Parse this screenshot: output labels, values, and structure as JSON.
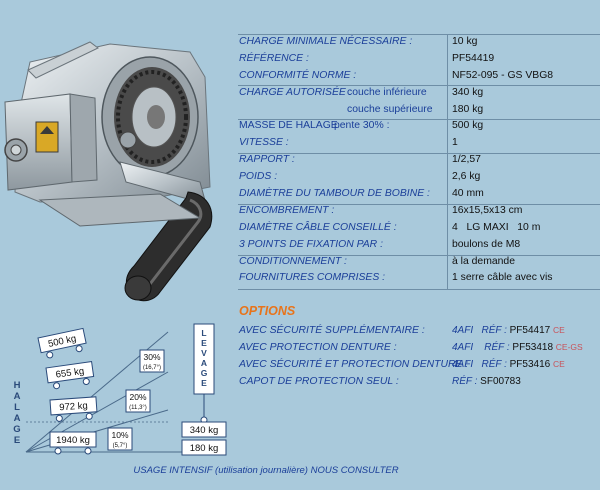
{
  "specs": [
    {
      "label": "CHARGE  MINIMALE NÉCESSAIRE :",
      "value": "10 kg"
    },
    {
      "label": "RÉFÉRENCE :",
      "value": "PF54419"
    },
    {
      "label": "CONFORMITÉ NORME :",
      "value": "NF52-095 - GS VBG8"
    },
    {
      "label": "CHARGE AUTORISÉE :",
      "sub": "couche inférieure",
      "value": "340 kg"
    },
    {
      "label": "",
      "sub": "couche supérieure",
      "value": "180 kg"
    },
    {
      "label": "MASSE DE HALAGE",
      "sub": "pente 30% :",
      "value": "500 kg"
    },
    {
      "label": "VITESSE :",
      "value": "1"
    },
    {
      "label": "RAPPORT :",
      "value": "1/2,57"
    },
    {
      "label": "POIDS :",
      "value": "2,6 kg"
    },
    {
      "label": "DIAMÈTRE DU TAMBOUR DE BOBINE :",
      "value": "40 mm"
    },
    {
      "label": "ENCOMBREMENT :",
      "value": "16x15,5x13 cm"
    },
    {
      "label": "DIAMÈTRE CÂBLE CONSEILLÉ :",
      "value": "4   LG MAXI   10 m"
    },
    {
      "label": "3 POINTS DE FIXATION PAR :",
      "value": "boulons de M8"
    },
    {
      "label": "CONDITIONNEMENT :",
      "value": "à la demande"
    },
    {
      "label": "FOURNITURES COMPRISES :",
      "value": "1 serre câble avec vis"
    }
  ],
  "options_title": "OPTIONS",
  "options": [
    {
      "label": "AVEC SÉCURITÉ SUPPLÉMENTAIRE :",
      "prefix": "4AFI",
      "ref": "RÉF :",
      "part": "PF54417",
      "cert": "CE"
    },
    {
      "label": "AVEC PROTECTION DENTURE :",
      "prefix": "4AFI",
      "ref": "RÉF :",
      "part": "PF53418",
      "cert": "CE-GS"
    },
    {
      "label": "AVEC SÉCURITÉ ET PROTECTION DENTURE :",
      "prefix": "4AFI",
      "ref": "RÉF :",
      "part": "PF53416",
      "cert": "CE"
    },
    {
      "label": "CAPOT DE PROTECTION SEUL :",
      "prefix": "",
      "ref": "RÉF :",
      "part": "SF00783",
      "cert": ""
    }
  ],
  "diagram": {
    "halage_label": "HALAGE",
    "levage_label": "LEVAGE",
    "loads": [
      "500 kg",
      "655 kg",
      "972 kg",
      "1940 kg"
    ],
    "slopes": [
      {
        "pct": "30%",
        "deg": "(16,7°)"
      },
      {
        "pct": "20%",
        "deg": "(11,3°)"
      },
      {
        "pct": "10%",
        "deg": "(5,7°)"
      }
    ],
    "levage_loads": [
      "340 kg",
      "180 kg"
    ]
  },
  "footer": "USAGE INTENSIF (utilisation journalière) NOUS CONSULTER",
  "colors": {
    "panel": "#a9c9db",
    "label": "#1b3f99",
    "options_title": "#e8741b",
    "cert": "#c8525a"
  },
  "icons": {
    "product_photo": "hand-winch-illustration"
  }
}
